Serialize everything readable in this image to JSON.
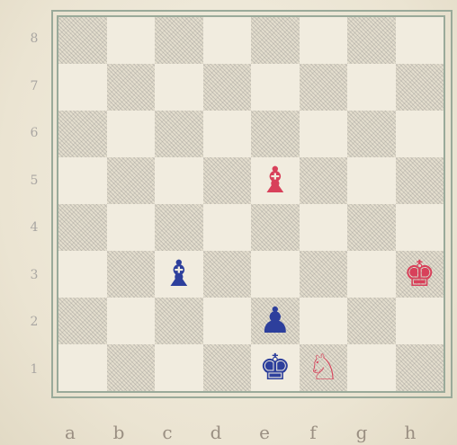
{
  "board": {
    "ranks": [
      "8",
      "7",
      "6",
      "5",
      "4",
      "3",
      "2",
      "1"
    ],
    "files": [
      "a",
      "b",
      "c",
      "d",
      "e",
      "f",
      "g",
      "h"
    ],
    "light_color": "#f1ecdf",
    "dark_color": "#e4dece",
    "border_color": "#9aaa9a"
  },
  "pieces": [
    {
      "square": "e5",
      "symbol": "♝",
      "name": "red-bishop",
      "color": "#d8405a"
    },
    {
      "square": "c3",
      "symbol": "♝",
      "name": "blue-bishop",
      "color": "#2d3f9c"
    },
    {
      "square": "h3",
      "symbol": "♚",
      "name": "red-king",
      "color": "#d8405a"
    },
    {
      "square": "e2",
      "symbol": "♟",
      "name": "blue-pawn",
      "color": "#2d3f9c"
    },
    {
      "square": "e1",
      "symbol": "♚",
      "name": "blue-king",
      "color": "#2d3f9c"
    },
    {
      "square": "f1",
      "symbol": "♘",
      "name": "red-knight",
      "color": "#d8405a"
    }
  ]
}
